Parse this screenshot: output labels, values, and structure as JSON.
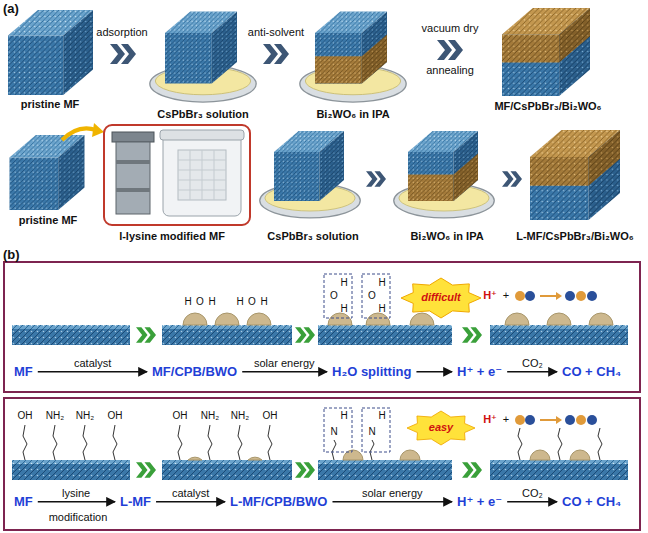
{
  "diagram": {
    "nodes": [
      {
        "text": [
          "MF"
        ]
      },
      {
        "text": [
          "MF/CPB/BWO"
        ]
      },
      {
        "text": [
          "H₂O splitting"
        ]
      },
      {
        "text": [
          "H⁺ + e⁻"
        ]
      },
      {
        "text": [
          "CO + CH₄"
        ]
      },
      {
        "text": [
          "MF"
        ]
      },
      {
        "text": [
          "L-MF"
        ]
      },
      {
        "text": [
          "L-MF/CPB/BWO"
        ]
      },
      {
        "text": [
          "H⁺ + e⁻"
        ]
      },
      {
        "text": [
          "CO + CH₄"
        ]
      }
    ],
    "edges": [
      {
        "from": 0,
        "to": 1,
        "label": "catalyst",
        "arrow": "to"
      },
      {
        "from": 1,
        "to": 2,
        "label": "solar energy",
        "arrow": "to"
      },
      {
        "from": 2,
        "to": 3,
        "arrow": "to"
      },
      {
        "from": 3,
        "to": 4,
        "label": "CO₂",
        "arrow": "to"
      },
      {
        "from": 5,
        "to": 6,
        "label": "lysine",
        "arrow": "to"
      },
      {
        "from": 6,
        "to": 7,
        "label": "catalyst",
        "arrow": "to"
      },
      {
        "from": 7,
        "to": 8,
        "label": "solar energy",
        "arrow": "to"
      },
      {
        "from": 8,
        "to": 9,
        "label": "CO₂",
        "arrow": "to"
      }
    ],
    "labels": [
      "(a)",
      "pristine MF",
      "adsorption",
      "CsPbBr₃ solution",
      "anti-solvent",
      "Bi₂WO₆ in IPA",
      "vacuum dry",
      "annealing",
      "MF/CsPbBr₃/Bi₂WO₆",
      "pristine MF",
      "l-lysine modified MF",
      "CsPbBr₃ solution",
      "Bi₂WO₆ in IPA",
      "L-MF/CsPbBr₃/Bi₂WO₆",
      "(b)",
      "modification",
      "H",
      "O",
      "H",
      "H",
      "O",
      "H",
      "H",
      "O",
      "H",
      "H",
      "O",
      "H",
      "difficult",
      "H⁺",
      "+",
      "OH",
      "NH₂",
      "NH₂",
      "OH",
      "OH",
      "NH₂",
      "NH₂",
      "OH",
      "N",
      "H",
      "N",
      "H",
      "easy",
      "H⁺",
      "+"
    ]
  }
}
